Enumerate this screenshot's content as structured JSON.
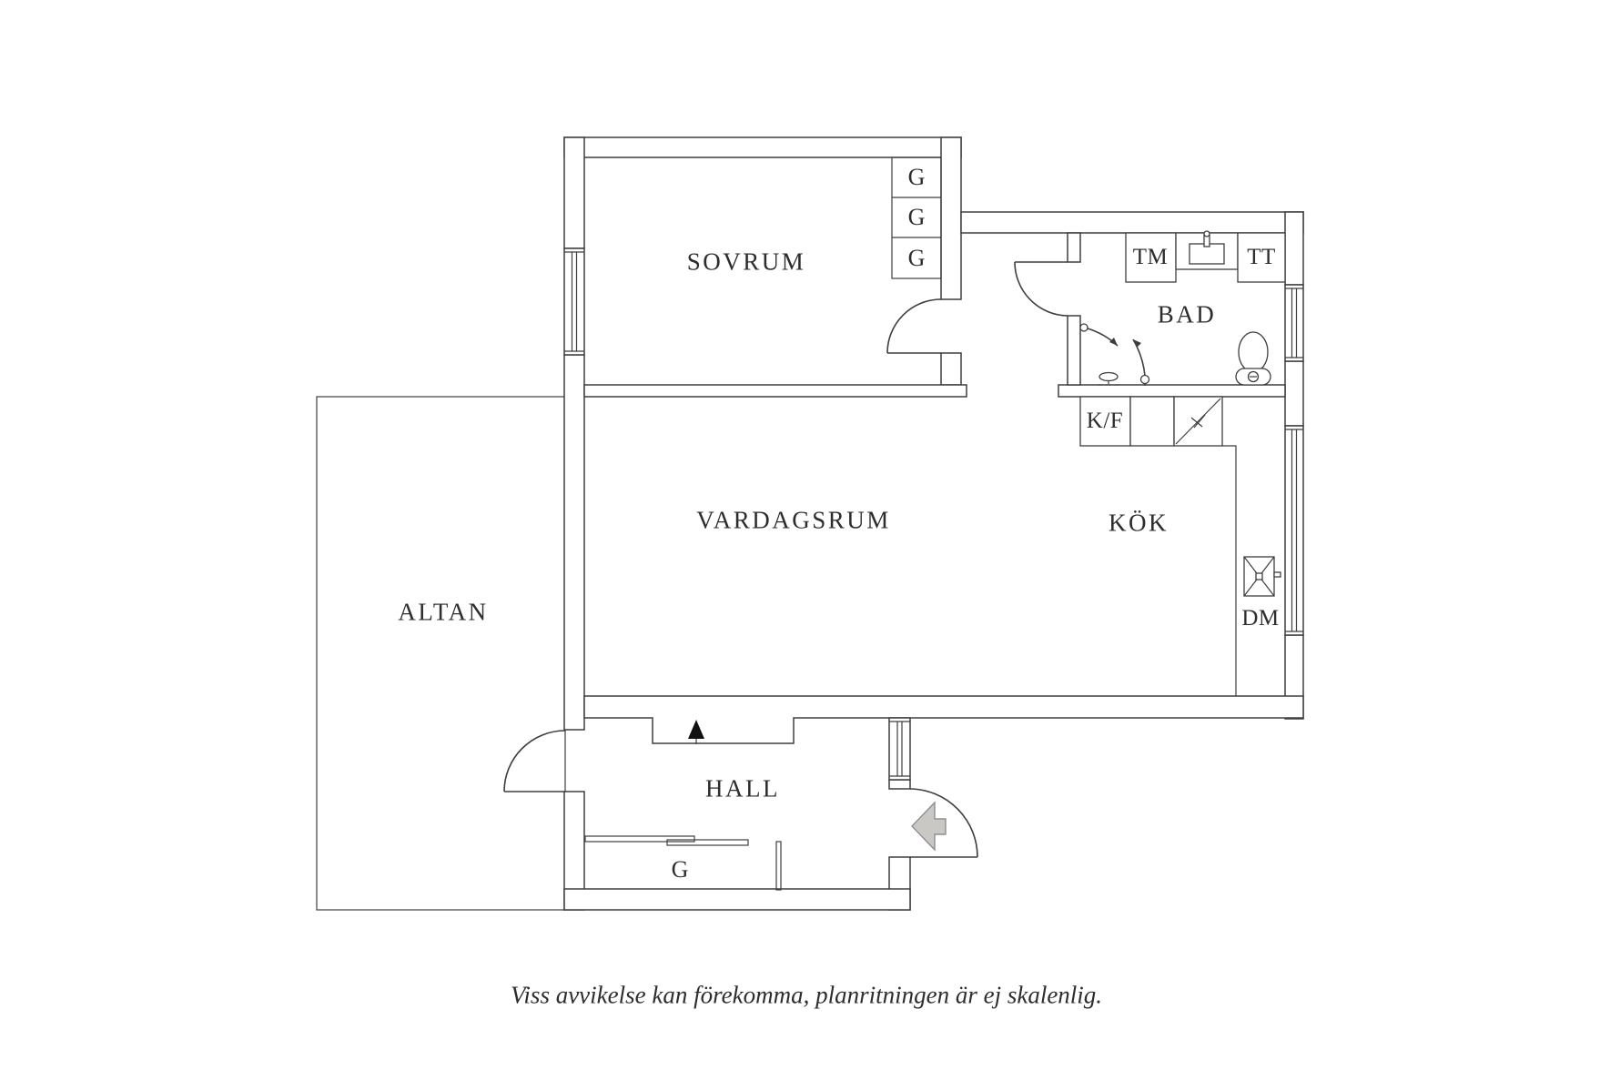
{
  "plan": {
    "rooms": {
      "sovrum": {
        "label": "SOVRUM"
      },
      "vardagsrum": {
        "label": "VARDAGSRUM"
      },
      "kok": {
        "label": "KÖK"
      },
      "bad": {
        "label": "BAD"
      },
      "hall": {
        "label": "HALL"
      },
      "altan": {
        "label": "ALTAN"
      }
    },
    "fixtures": {
      "wardrobe_1": {
        "label": "G"
      },
      "wardrobe_2": {
        "label": "G"
      },
      "wardrobe_3": {
        "label": "G"
      },
      "hall_wardrobe": {
        "label": "G"
      },
      "washing_machine": {
        "label": "TM"
      },
      "tumble_dryer": {
        "label": "TT"
      },
      "fridge_freezer": {
        "label": "K/F"
      },
      "dishwasher": {
        "label": "DM"
      }
    },
    "disclaimer": "Viss avvikelse kan förekomma, planritningen är ej skalenlig.",
    "colors": {
      "line": "#3e3e3e",
      "text": "#2d2d2d",
      "entry_arrow_fill": "#c9c8c4",
      "entry_arrow_stroke": "#8f8f8d",
      "direction_arrow": "#111111"
    }
  }
}
